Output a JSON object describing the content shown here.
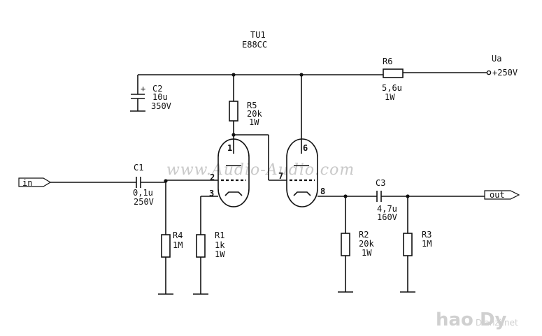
{
  "tube": {
    "ref": "TU1",
    "type": "E88CC"
  },
  "supply": {
    "name": "Ua",
    "value": "+250V"
  },
  "components": {
    "R6": {
      "ref": "R6",
      "value": "5,6u",
      "power": "1W"
    },
    "C2": {
      "ref": "C2",
      "value": "10u",
      "voltage": "350V",
      "polarity": "+"
    },
    "R5": {
      "ref": "R5",
      "value": "20k",
      "power": "1W"
    },
    "C1": {
      "ref": "C1",
      "value": "0,1u",
      "voltage": "250V"
    },
    "R4": {
      "ref": "R4",
      "value": "1M"
    },
    "R1": {
      "ref": "R1",
      "value": "1k",
      "power": "1W"
    },
    "R2": {
      "ref": "R2",
      "value": "20k",
      "power": "1W"
    },
    "C3": {
      "ref": "C3",
      "value": "4,7u",
      "voltage": "160V"
    },
    "R3": {
      "ref": "R3",
      "value": "1M"
    }
  },
  "pins": [
    "1",
    "2",
    "3",
    "6",
    "7",
    "8"
  ],
  "ports": {
    "input": "in",
    "output": "out"
  },
  "watermark": "www.Audio-Audio.com",
  "brand": {
    "logo": "hao Dy",
    "site": "Dianzi.net"
  }
}
